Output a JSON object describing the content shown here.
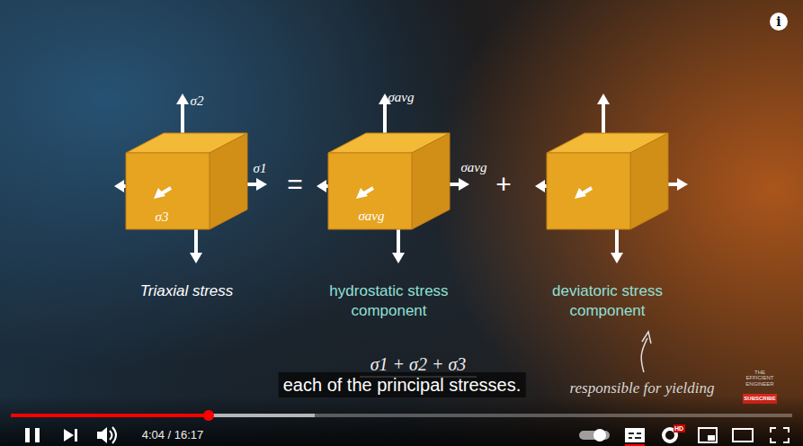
{
  "diagram": {
    "nodes": [
      {
        "text": [
          "Triaxial stress"
        ]
      },
      {
        "text": [
          "hydrostatic stress component"
        ]
      },
      {
        "text": [
          "deviatoric stress component"
        ]
      }
    ],
    "labels": [
      "σ2",
      "σ1",
      "σ3",
      "=",
      "σavg",
      "σavg",
      "σavg",
      "+",
      "σ1 + σ2 + σ3",
      "each of the principal stresses.",
      "responsible for yielding",
      "i",
      "THE EFFICIENT ENGINEER",
      "SUBSCRIBE",
      "4:04 / 16:17",
      "HD"
    ]
  }
}
